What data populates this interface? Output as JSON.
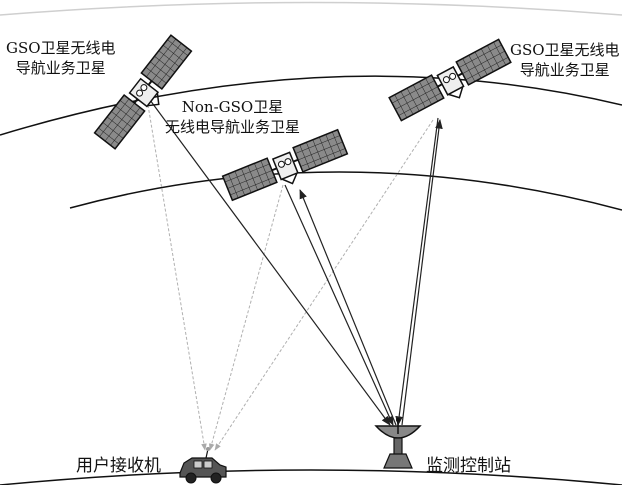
{
  "labels": {
    "gso_left_line1": "GSO卫星无线电",
    "gso_left_line2": "导航业务卫星",
    "gso_right_line1": "GSO卫星无线电",
    "gso_right_line2": "导航业务卫星",
    "nongso_line1": "Non-GSO卫星",
    "nongso_line2": "无线电导航业务卫星",
    "user_receiver": "用户接收机",
    "monitor_station": "监测控制站"
  },
  "colors": {
    "line": "#222222",
    "dashed_line": "#aaaaaa",
    "panel_fill": "#777777",
    "orbit": "#111111"
  },
  "icons": [
    "satellite-icon",
    "car-icon",
    "dish-antenna-icon"
  ]
}
